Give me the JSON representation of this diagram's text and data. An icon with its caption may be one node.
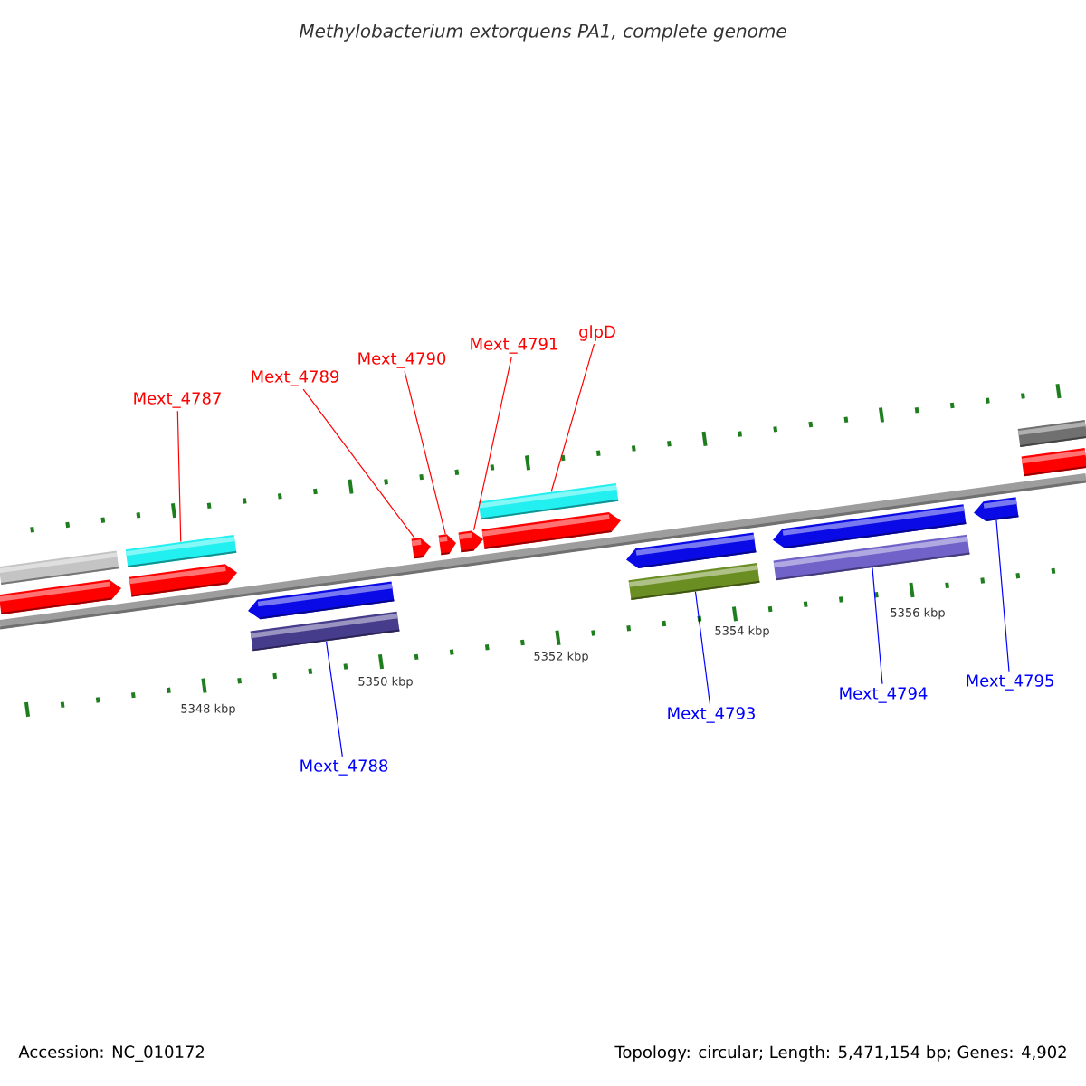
{
  "diagram": {
    "title": "Methylobacterium extorquens PA1, complete genome",
    "nodes": [
      {
        "text": [
          "Mext_4787"
        ]
      },
      {
        "text": [
          "Mext_4789"
        ]
      },
      {
        "text": [
          "Mext_4790"
        ]
      },
      {
        "text": [
          "Mext_4791"
        ]
      },
      {
        "text": [
          "glpD"
        ]
      },
      {
        "text": [
          "Mext_4788"
        ]
      },
      {
        "text": [
          "Mext_4793"
        ]
      },
      {
        "text": [
          "Mext_4794"
        ]
      },
      {
        "text": [
          "Mext_4795"
        ]
      },
      {
        "text": [],
        "shape": "bar"
      },
      {
        "text": [],
        "shape": "pentagon"
      },
      {
        "text": [],
        "shape": "bar"
      },
      {
        "text": [],
        "shape": "pentagon"
      },
      {
        "text": [],
        "shape": "pentagon"
      },
      {
        "text": [],
        "shape": "bar"
      },
      {
        "text": [],
        "shape": "pentagon"
      },
      {
        "text": [],
        "shape": "pentagon"
      },
      {
        "text": [],
        "shape": "pentagon"
      },
      {
        "text": [],
        "shape": "bar"
      },
      {
        "text": [],
        "shape": "pentagon"
      },
      {
        "text": [],
        "shape": "pentagon"
      },
      {
        "text": [],
        "shape": "bar"
      },
      {
        "text": [],
        "shape": "pentagon"
      },
      {
        "text": [],
        "shape": "bar"
      },
      {
        "text": [],
        "shape": "pentagon"
      },
      {
        "text": [],
        "shape": "bar"
      },
      {
        "text": [],
        "shape": "bar"
      }
    ],
    "edges": [
      {
        "from": 0,
        "to": 11,
        "arrow": "none"
      },
      {
        "from": 1,
        "to": 15,
        "arrow": "none"
      },
      {
        "from": 2,
        "to": 16,
        "arrow": "none"
      },
      {
        "from": 3,
        "to": 17,
        "arrow": "none"
      },
      {
        "from": 4,
        "to": 18,
        "arrow": "none"
      },
      {
        "from": 5,
        "to": 14,
        "arrow": "none",
        "color": "#0000ff"
      },
      {
        "from": 6,
        "to": 21,
        "arrow": "none",
        "color": "#0000ff"
      },
      {
        "from": 7,
        "to": 23,
        "arrow": "none",
        "color": "#0000ff"
      },
      {
        "from": 8,
        "to": 24,
        "arrow": "none",
        "color": "#0000ff"
      }
    ],
    "labels": [
      "5348 kbp",
      "5350 kbp",
      "5352 kbp",
      "5354 kbp",
      "5356 kbp",
      "Accession: NC_010172",
      "Topology: circular; Length: 5,471,154 bp; Genes: 4,902"
    ]
  }
}
